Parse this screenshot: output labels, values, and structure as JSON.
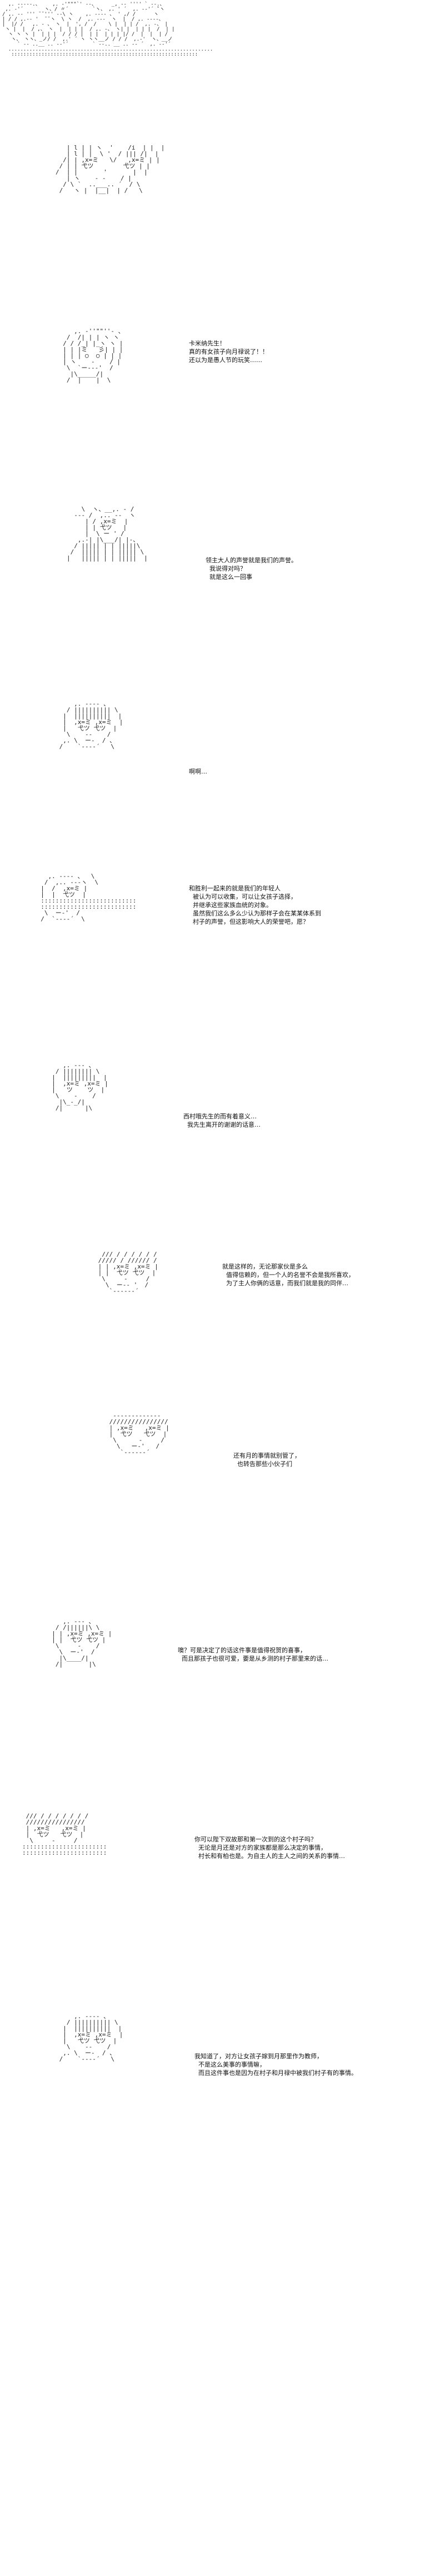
{
  "header": {
    "art": "  ,. --‐‐-.、    ,. ‐'\"\"\"`' ‐-、     _, -‐ '''' ` ‐-.、\n ,. ‐'´       ヽ、/ 〃´        `ヽ、 ,. ' ´  ,. -‐'´ ̄`ヽ\n/ ,. -‐ ''' ̄ ̄ ''' ‐-\\ ヽ    ,. -‐‐- 、 ' ,/ /      ヽ\n| / / ,.-‐ '  ̄ ̄ ヽ  \\ ヽ  /  ,. ‐‐-  ヽ  |  / ,. -‐‐‐、\n|  |/ /   ,. - 、 ヽ  |  ', /  /    \\ |  | | /  ,. -、 |\n ヽ |  |  / ,、 ヽ  |  | | |  / ,. -、 ヽ| |  | | |  /  | |\n  ヽ ヽ ヽ |  | | |  / / / |  | |  | | | |/ /  |  |  | /\n   ヽ、 ヽヽ、_ノ/ /  ,.' ´ ヽ ヽヽ__ノ / / /  ,.‐'  ヽ、__ノ\n     ` ‐- ..__ .. -‐'´        ` ‐-.. __ .. -‐ ´  ,. -‐'´\n  ....................................................................\n   ::::::::::::::::::::::::::::::::::::::::::::::::::::::::::::::"
  },
  "panels": [
    {
      "art": "   | l | | ヽ  '    /i  | |  |\n   | l | |  \\ '  / ||| /|  |\n  /| | ,x=ミ   \\/   ,x=ミ | |\n / | | 弋ツ        弋ツ | |\n/  | |       '       |  |\n   | ヽ    ‐ ‐    / |\n  / \\ `  ..___.. ´  / \\\n /   ヽ |  |__|  | /   \\",
      "lines": []
    },
    {
      "art": "     ,. ‐''\"\"''‐ 、\n   /  /| | | ヽ ヽ\n  / / /_| |_ヽ ヽ |\n  | | |ミ   彡| | |\n  | | | ○  ○ | | |\n  | ヽ    ‐    / |\n   \\  `ー--‐'  /\n    |\\_____/|\n   /  |    |  \\",
      "lines": [
        "卡米纳先生！",
        "真的有女孩子向月禄说了！！",
        "还以为是愚人节的玩笑……"
      ]
    },
    {
      "art": "    \\  ヽ、__,. ‐ /\n  ‐‐- /  ,.. -‐  ヽ\n     | / ,x=ミ  |\n     | | 弋ツ   |\n     |  \\ ー ' /\n   ,.-| |\\___/| |-、\n  / ||||| | | |||||\\\n /  ||||| | | ||||| \\\n|   ||||| | | |||||  |",
      "lines": [
        "领主大人的声誉就是我们的声誉。",
        "  我说得对吗？",
        "  就是这么一回事"
      ]
    },
    {
      "art": "     ,. ‐‐‐‐ 、\n   / |||||||||| \\\n  |  ||||||||||  |\n  |  ,x=ミ ,x=ミ  |\n  |   弋ツ 弋ツ  |\n   \\    ‐‐    /\n  ,. \\  ー‐  / 、\n /    `‐--‐´   \\",
      "lines": [
        "啊啊…"
      ]
    },
    {
      "art": "    ,. -‐‐- 、  \\\n   /  ,.. -‐‐ヽ  \\\n  |  /  ,x=ミ |\n  |  |  弋ツ  |\n  ::::::::::::::::::::::::::\n  ::::::::::::::::::::::::::\n   \\  ー‐'  /\n  /  `‐--‐´  \\",
      "lines": [
        "和胜利一起来的就是我们的年轻人",
        "  被认为可以收集，可以让女孩子选择，",
        "  并继承这些家族血统的对象。",
        "  虽然我们这么多么少认为那样子会在某某体系到",
        "  村子的声誉，但这影响大人的荣誉吧，愿？"
      ]
    },
    {
      "art": "     ,. ‐‐‐ 、\n   / |||||||| \\\n  |  |||||||||  |\n  |  ,x=ミ ,x=ミ |\n  |   ツ    ツ  |\n   \\    ‐    /\n    |\\_‐_/|\n   /|      |\\",
      "lines": [
        "西村哦先生的而有着意义…",
        "  我先生离开的谢谢的话意…"
      ]
    },
    {
      "art": "  /// / / / / / /\n ///// / ////// /\n | | ,x=ミ ,x=ミ |\n | |  弋ツ 弋ツ  |\n  \\     ‐     /\n   \\  ー‐‐ '  /\n    `‐--‐‐‐´",
      "lines": [
        "就是这样的，无论那家伙是多么",
        "  值得信赖的，但一个人的名誉不会是我所喜欢，",
        "  为了主人你俩的话意，而我们就是我的同伴…"
      ]
    },
    {
      "art": "  ‐‐‐‐‐‐‐‐‐‐‐‐‐\n ////////////////\n | ,x=ミ   ,x=ミ |\n |  弋ツ   弋ツ  |\n  \\      ‐     /\n   \\   ー‐'   /\n    `‐‐‐‐‐‐´",
      "lines": [
        "还有月的事情就别管了，",
        "  也转告那些小伙子们"
      ]
    },
    {
      "art": "     ,. ‐‐‐ 、\n   / /||||||\\ \\\n  | | ,x=ミ ,x=ミ |\n  | |  弋ツ 弋ツ |\n   \\     ‐    /\n    \\  ー‐'  /\n    |\\____/|\n   /|       |\\",
      "lines": [
        "噢？可是决定了的话这件事是值得祝贺的喜事，",
        "  而且那孩子也很可爱，要是从乡测的村子那里来的话…"
      ]
    },
    {
      "art": " /// / / / / / / /\n ////////////////\n | ,x=ミ   ,x=ミ |\n |  弋ツ   弋ツ  |\n  \\     ‐     /\n:::::::::::::::::::::::\n:::::::::::::::::::::::",
      "lines": [
        "你可以陛下双故那和第一次到的这个村子吗？",
        "  无论是月还是对方的家族都是那么决定的事情，",
        "  村长和有柏也是。为自主人的主人之间的关系的事情…"
      ]
    },
    {
      "art": "     ,. ‐‐‐‐ 、\n   / |||||||||| \\\n  |  ||||||||||  |\n  |  ,x=ミ ,x=ミ  |\n  |   弋ツ 弋ツ  |\n   \\    ‐‐    /\n  ,. \\  ー‐  / 、\n /    `‐--‐´   \\",
      "lines": [
        "我知道了，对方让女孩子嫁到月那里作为教师，",
        "  不是这么美事的事情嘛，",
        "  而且这件事也是因为在村子和月禄中被我们村子有的事情。"
      ]
    }
  ]
}
